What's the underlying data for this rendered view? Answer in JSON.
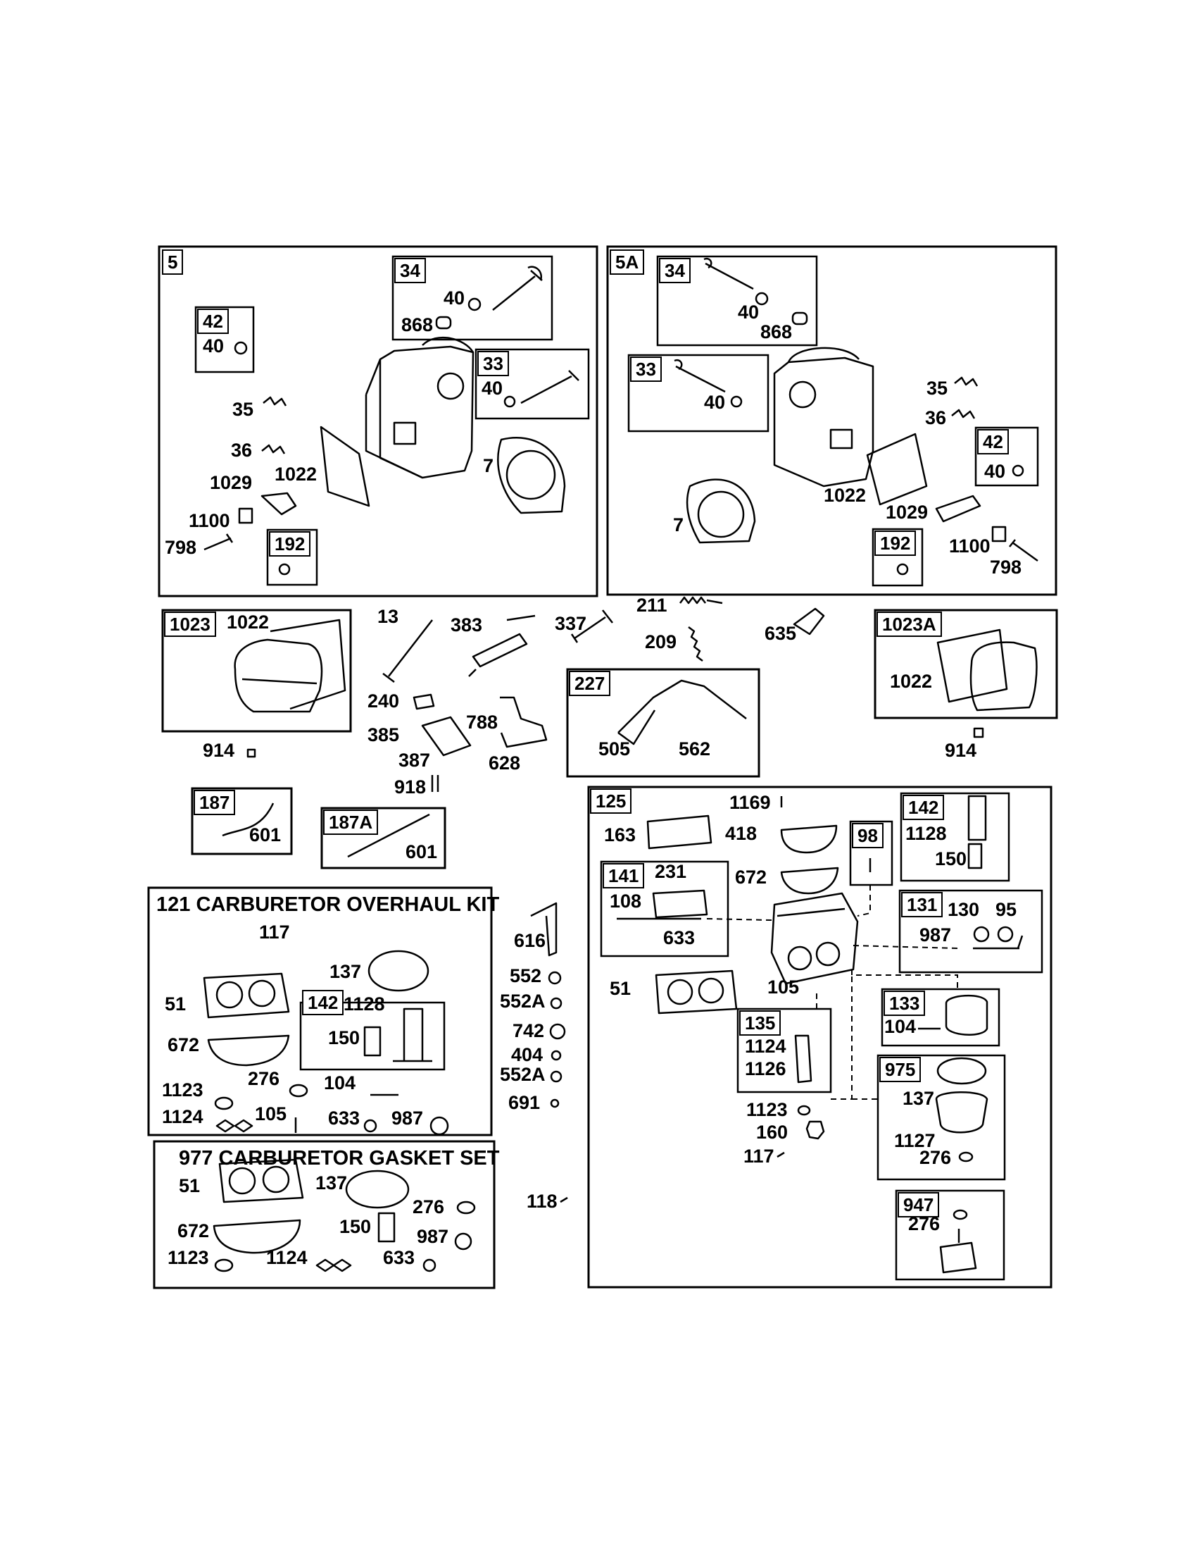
{
  "diagram": {
    "groups": {
      "g5": {
        "tag": "5",
        "sub": {
          "s34": "34",
          "s42": "42",
          "s33": "33",
          "s192": "192"
        },
        "labels": {
          "a40": "40",
          "a868": "868",
          "b40": "40",
          "c40": "40",
          "a35": "35",
          "a36": "36",
          "a1029": "1029",
          "a1022": "1022",
          "a7": "7",
          "a1100": "1100",
          "a798": "798"
        }
      },
      "g5a": {
        "tag": "5A",
        "sub": {
          "s34": "34",
          "s33": "33",
          "s42": "42",
          "s192": "192"
        },
        "labels": {
          "a40": "40",
          "a868": "868",
          "b40": "40",
          "a35": "35",
          "a36": "36",
          "c40": "40",
          "a1022": "1022",
          "a1029": "1029",
          "a7": "7",
          "a1100": "1100",
          "a798": "798"
        }
      },
      "g1023": {
        "tag": "1023",
        "label_1022": "1022"
      },
      "g1023a": {
        "tag": "1023A",
        "label_1022": "1022"
      },
      "g227": {
        "tag": "227",
        "label_505": "505",
        "label_562": "562"
      },
      "g187": {
        "tag": "187",
        "label_601": "601"
      },
      "g187a": {
        "tag": "187A",
        "label_601": "601"
      },
      "g121": {
        "title": "121 CARBURETOR OVERHAUL KIT",
        "labels": {
          "a117": "117",
          "a137": "137",
          "a51": "51",
          "a672": "672",
          "a1123": "1123",
          "a276": "276",
          "a104": "104",
          "a1124": "1124",
          "a105": "105",
          "a633": "633",
          "a987": "987"
        },
        "sub142": {
          "tag": "142",
          "a1128": "1128",
          "a150": "150"
        }
      },
      "g977": {
        "title": "977 CARBURETOR GASKET SET",
        "labels": {
          "a51": "51",
          "a137": "137",
          "a276": "276",
          "a672": "672",
          "a150": "150",
          "a987": "987",
          "a1123": "1123",
          "a1124": "1124",
          "a633": "633"
        }
      },
      "g125": {
        "tag": "125",
        "labels": {
          "a1169": "1169",
          "a163": "163",
          "a418": "418",
          "a672": "672",
          "a51": "51",
          "a105": "105",
          "a1123": "1123",
          "a160": "160",
          "a117": "117"
        },
        "sub141": {
          "tag": "141",
          "a231": "231",
          "a108": "108",
          "a633": "633"
        },
        "sub98": {
          "tag": "98"
        },
        "sub142": {
          "tag": "142",
          "a1128": "1128",
          "a150": "150"
        },
        "sub131": {
          "tag": "131",
          "a130": "130",
          "a95": "95",
          "a987": "987"
        },
        "sub133": {
          "tag": "133",
          "a104": "104"
        },
        "sub135": {
          "tag": "135",
          "a1124": "1124",
          "a1126": "1126"
        },
        "sub975": {
          "tag": "975",
          "a137": "137",
          "a1127": "1127",
          "a276": "276"
        },
        "sub947": {
          "tag": "947",
          "a276": "276"
        }
      }
    },
    "loose_labels": {
      "l13": "13",
      "l383": "383",
      "l337": "337",
      "l211": "211",
      "l209": "209",
      "l635": "635",
      "l240": "240",
      "l788": "788",
      "l385": "385",
      "l387": "387",
      "l628": "628",
      "l918": "918",
      "l914a": "914",
      "l914b": "914",
      "l616": "616",
      "l552": "552",
      "l552A1": "552A",
      "l742": "742",
      "l404": "404",
      "l552A2": "552A",
      "l691": "691",
      "l118": "118"
    }
  }
}
